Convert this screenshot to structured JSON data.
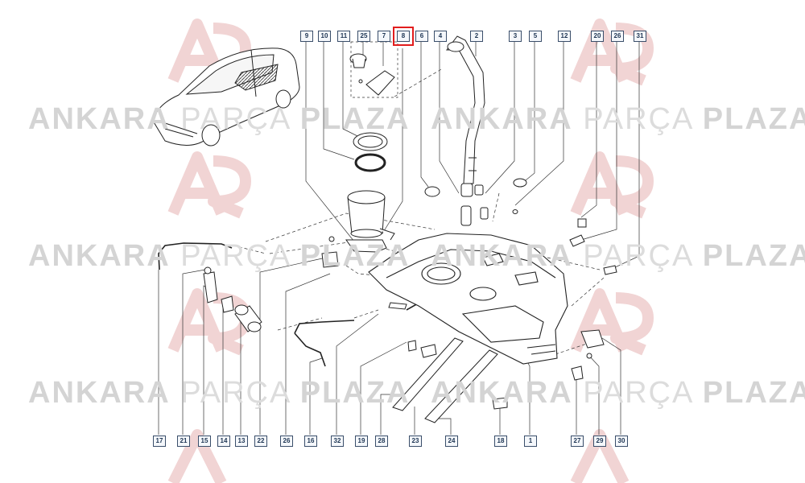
{
  "watermark": {
    "word1": "ANKARA",
    "word2": "PARÇA",
    "word3": "PLAZA"
  },
  "selected_part": "8",
  "top_callouts": [
    "9",
    "10",
    "11",
    "25",
    "7",
    "8",
    "6",
    "4",
    "2",
    "3",
    "5",
    "12",
    "20",
    "26",
    "31"
  ],
  "bottom_callouts": [
    "17",
    "21",
    "15",
    "14",
    "13",
    "22",
    "26",
    "16",
    "32",
    "19",
    "28",
    "23",
    "24",
    "18",
    "1",
    "27",
    "29",
    "30"
  ]
}
